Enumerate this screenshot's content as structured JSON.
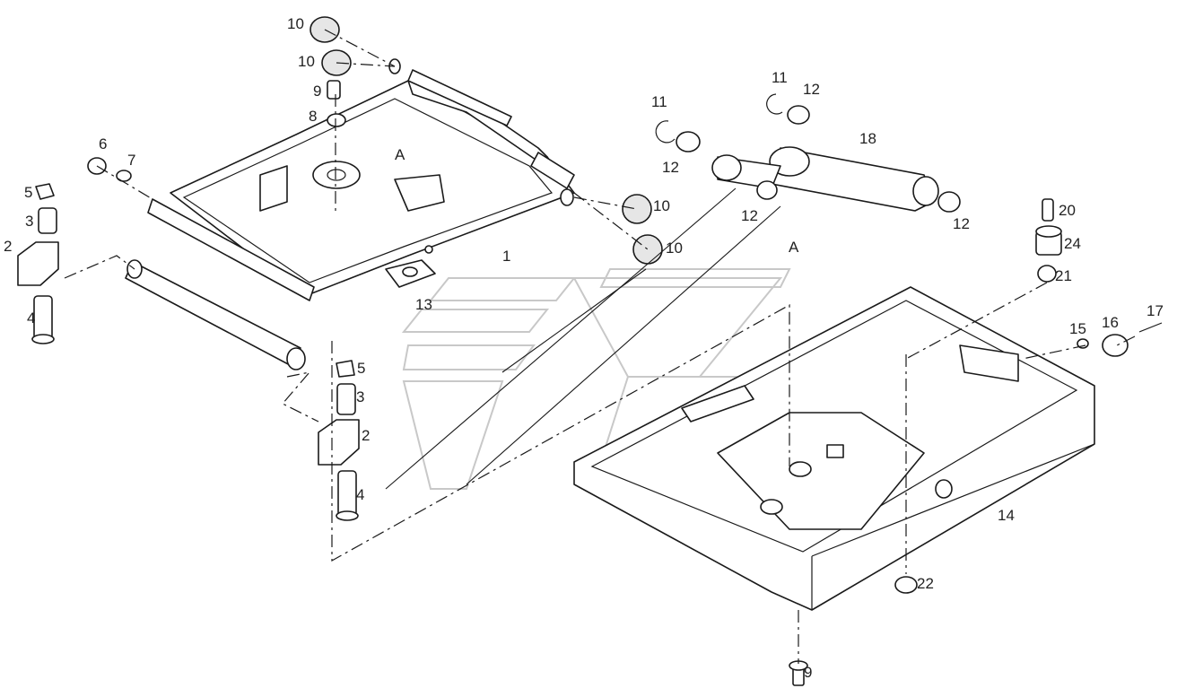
{
  "diagram": {
    "callouts": {
      "c1": "1",
      "c2a": "2",
      "c2b": "2",
      "c3a": "3",
      "c3b": "3",
      "c4a": "4",
      "c4b": "4",
      "c5a": "5",
      "c5b": "5",
      "c6": "6",
      "c7": "7",
      "c8": "8",
      "c9a": "9",
      "c9b": "9",
      "c10a": "10",
      "c10b": "10",
      "c10c": "10",
      "c10d": "10",
      "c11a": "11",
      "c11b": "11",
      "c12a": "12",
      "c12b": "12",
      "c12c": "12",
      "c12d": "12",
      "c13": "13",
      "c14": "14",
      "c15": "15",
      "c16": "16",
      "c17": "17",
      "c18": "18",
      "c20": "20",
      "c21": "21",
      "c22": "22",
      "c24": "24",
      "cA1": "A",
      "cA2": "A"
    }
  }
}
